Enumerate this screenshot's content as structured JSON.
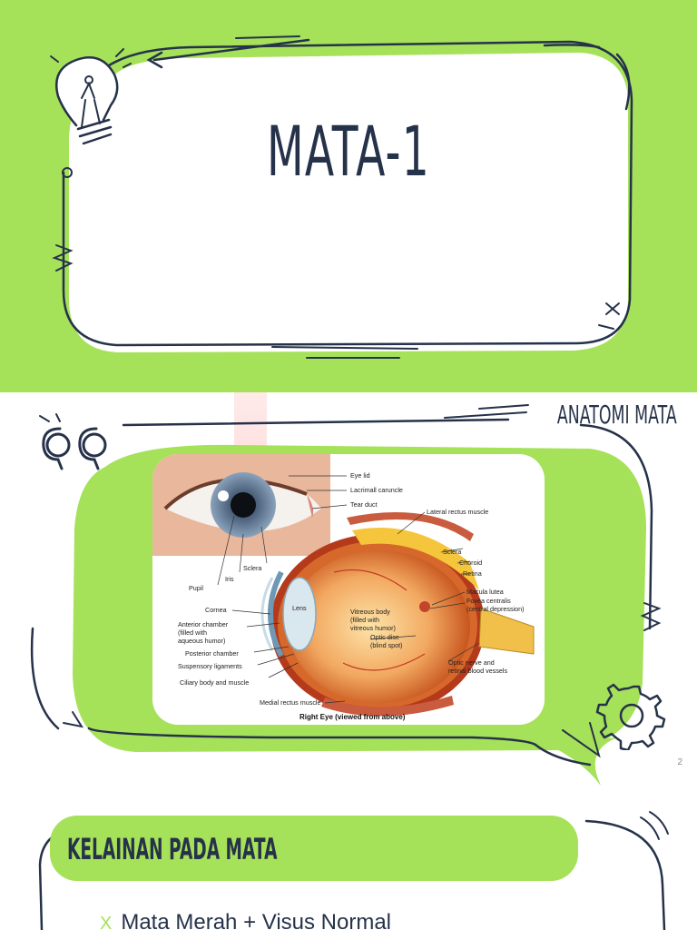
{
  "slide1": {
    "title": "MATA-1"
  },
  "slide2": {
    "heading": "ANATOMI MATA",
    "page_number": "2",
    "diagram": {
      "caption": "Right Eye (viewed from above)",
      "labels": {
        "eye_lid": "Eye lid",
        "lacrimal_caruncle": "Lacrimall caruncle",
        "tear_duct": "Tear duct",
        "lateral_rectus": "Lateral rectus muscle",
        "sclera_top": "Sclera",
        "sclera_right": "Sclera",
        "iris": "Iris",
        "pupil": "Pupil",
        "choroid": "Choroid",
        "retina": "Retina",
        "macula_lutea": "Macula lutea",
        "fovea_1": "Fovea centralis",
        "fovea_2": "(central depression)",
        "cornea": "Cornea",
        "lens": "Lens",
        "vitreous_1": "Vitreous body",
        "vitreous_2": "(filled with",
        "vitreous_3": "vitreous humor)",
        "anterior_1": "Anterior chamber",
        "anterior_2": "(filled with",
        "anterior_3": "aqueous humor)",
        "optic_disc_1": "Optic disc",
        "optic_disc_2": "(blind spot)",
        "posterior": "Posterior chamber",
        "suspensory": "Suspensory ligaments",
        "optic_nerve_1": "Optic nerve and",
        "optic_nerve_2": "retinal blood vessels",
        "ciliary": "Ciliary body and muscle",
        "medial_rectus": "Medial rectus muscle"
      }
    }
  },
  "slide3": {
    "section_title": "KELAINAN PADA MATA",
    "bullet_mark": "X",
    "bullet_text": "Mata Merah + Visus Normal"
  },
  "colors": {
    "accent_green": "#a6e15a",
    "ink": "#26324a"
  }
}
